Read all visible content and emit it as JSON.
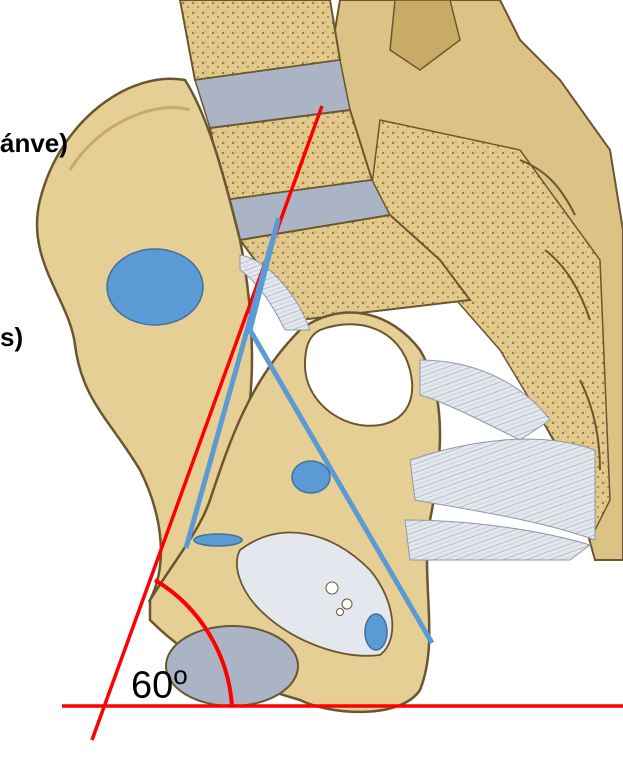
{
  "labels": {
    "pelvis_fragment": "ánve)",
    "side_fragment": "s)"
  },
  "angle": {
    "value": "60",
    "unit_symbol": "o"
  },
  "colors": {
    "bone": "#e6cf95",
    "bone_dark": "#c9aa66",
    "bone_outline": "#6b5630",
    "cartilage": "#aab4c4",
    "ligament": "#d8dde6",
    "guide_red": "#ff0000",
    "guide_blue": "#5b9bd5",
    "background": "#ffffff"
  }
}
